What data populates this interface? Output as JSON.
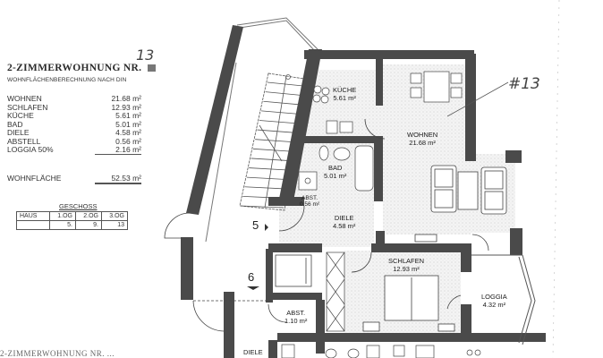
{
  "header": {
    "handwritten_number": "13",
    "title": "2-ZIMMERWOHNUNG NR.",
    "subtitle": "WOHNFLÄCHENBERECHNUNG NACH DIN"
  },
  "areas": [
    {
      "room": "WOHNEN",
      "value": "21.68 m²"
    },
    {
      "room": "SCHLAFEN",
      "value": "12.93 m²"
    },
    {
      "room": "KÜCHE",
      "value": "5.61 m²"
    },
    {
      "room": "BAD",
      "value": "5.01 m²"
    },
    {
      "room": "DIELE",
      "value": "4.58 m²"
    },
    {
      "room": "ABSTELL",
      "value": "0.56 m²"
    },
    {
      "room": "LOGGIA 50%",
      "value": "2.16 m²"
    }
  ],
  "total": {
    "label": "WOHNFLÄCHE",
    "value": "52.53 m²"
  },
  "geschoss": {
    "label": "GESCHOSS",
    "headers": [
      "HAUS",
      "1.OG",
      "2.OG",
      "3.OG"
    ],
    "row": [
      "",
      "5.",
      "9.",
      "13"
    ]
  },
  "plan": {
    "annotation": "#13",
    "stair_markers": {
      "upper": "5",
      "lower": "6"
    },
    "rooms": [
      {
        "id": "kueche",
        "name": "KÜCHE",
        "area": "5.61 m²"
      },
      {
        "id": "wohnen",
        "name": "WOHNEN",
        "area": "21.68 m²"
      },
      {
        "id": "bad",
        "name": "BAD",
        "area": "5.01 m²"
      },
      {
        "id": "abstell",
        "name": "ABST.",
        "area": "0.56 m²"
      },
      {
        "id": "diele",
        "name": "DIELE",
        "area": "4.58 m²"
      },
      {
        "id": "schlafen",
        "name": "SCHLAFEN",
        "area": "12.93 m²"
      },
      {
        "id": "loggia",
        "name": "LOGGIA",
        "area": "4.32 m²"
      },
      {
        "id": "abst2",
        "name": "ABST.",
        "area": "1.10 m²"
      },
      {
        "id": "diele2",
        "name": "DIELE",
        "area": ""
      }
    ]
  },
  "footer": {
    "text": "2-ZIMMERWOHNUNG NR. ..."
  }
}
